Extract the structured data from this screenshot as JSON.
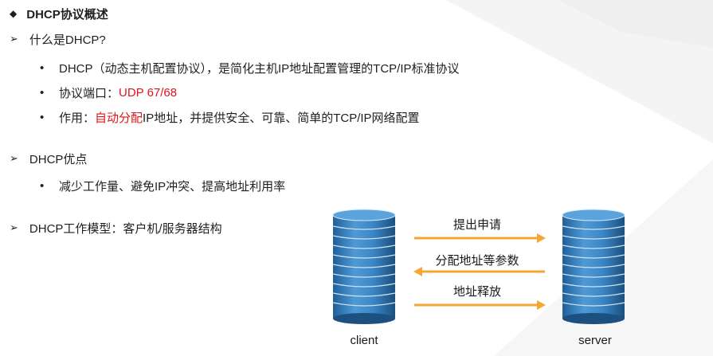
{
  "heading": {
    "icon": "diamond-bullet-icon",
    "text": "DHCP协议概述"
  },
  "sections": [
    {
      "title": "什么是DHCP?",
      "bullets": [
        {
          "parts": [
            {
              "text": "DHCP（动态主机配置协议），是简化主机IP地址配置管理的TCP/IP标准协议",
              "color": "#1f1f1f"
            }
          ]
        },
        {
          "parts": [
            {
              "text": "协议端口：",
              "color": "#1f1f1f"
            },
            {
              "text": "UDP 67/68",
              "color": "#e0151a"
            }
          ]
        },
        {
          "parts": [
            {
              "text": "作用：",
              "color": "#1f1f1f"
            },
            {
              "text": "自动分配",
              "color": "#e0151a"
            },
            {
              "text": "IP地址，并提供安全、可靠、简单的TCP/IP网络配置",
              "color": "#1f1f1f"
            }
          ]
        }
      ]
    },
    {
      "title": "DHCP优点",
      "bullets": [
        {
          "parts": [
            {
              "text": "减少工作量、避免IP冲突、提高地址利用率",
              "color": "#1f1f1f"
            }
          ]
        }
      ]
    },
    {
      "title": "DHCP工作模型：客户机/服务器结构",
      "bullets": []
    }
  ],
  "diagram": {
    "client_label": "client",
    "server_label": "server",
    "arrows": [
      {
        "label": "提出申请",
        "direction": "to-server"
      },
      {
        "label": "分配地址等参数",
        "direction": "to-client"
      },
      {
        "label": "地址释放",
        "direction": "to-server"
      }
    ],
    "arrow_color": "#f7a533",
    "db_color": "#2e74b5"
  }
}
